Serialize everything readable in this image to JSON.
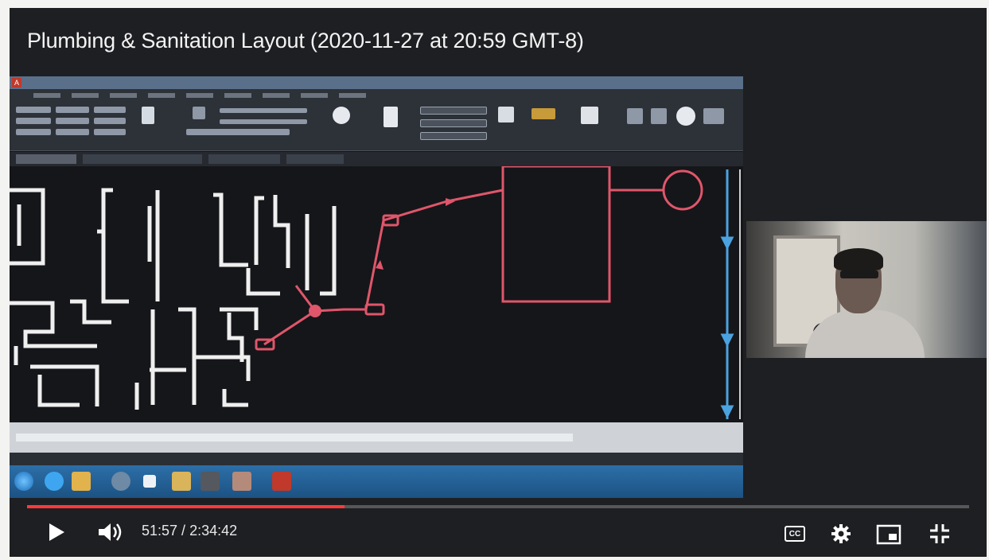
{
  "video": {
    "title": "Plumbing & Sanitation Layout (2020-11-27 at 20:59 GMT-8)",
    "current_time": "51:57",
    "duration": "2:34:42",
    "time_separator": " / ",
    "progress_fraction": 0.337
  },
  "controls": {
    "play_icon": "play-icon",
    "volume_icon": "volume-icon",
    "cc_label": "CC",
    "settings_icon": "gear-icon",
    "miniplayer_icon": "miniplayer-icon",
    "exit_fullscreen_icon": "exit-fullscreen-icon"
  },
  "colors": {
    "progress": "#ff3b3b",
    "drawing_lines": "#e0566a",
    "walls": "#f0f0f0",
    "blue_pipe": "#4aa3e0"
  }
}
